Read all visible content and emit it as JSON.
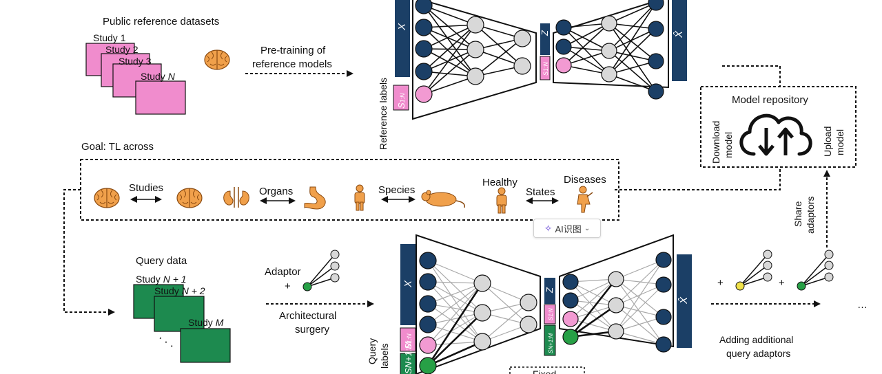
{
  "top": {
    "title": "Public reference datasets",
    "studies": [
      "Study 1",
      "Study 2",
      "Study 3",
      "Study "
    ],
    "study_n_var": "N",
    "pretraining": [
      "Pre-training of",
      "reference models"
    ],
    "reference_labels": "Reference labels"
  },
  "model_vars": {
    "x": "X",
    "z": "Z",
    "xhat": "X̂",
    "s_ref": "S",
    "s_ref_sub": "1:N",
    "s_query": "S",
    "s_query_sub": "N+1:M"
  },
  "repository": {
    "title": "Model repository",
    "download": [
      "Download",
      "model"
    ],
    "upload": [
      "Upload",
      "model"
    ],
    "share": [
      "Share",
      "adaptors"
    ]
  },
  "goal": {
    "title": "Goal: TL across",
    "items": [
      {
        "label": "Studies"
      },
      {
        "label": "Organs"
      },
      {
        "label": "Species"
      },
      {
        "label": "States"
      }
    ],
    "healthy": "Healthy",
    "diseases": "Diseases"
  },
  "bottom": {
    "query_data": "Query data",
    "studies": [
      "Study ",
      "Study ",
      "Study "
    ],
    "study_suffix": [
      "N + 1",
      "N + 2",
      "M"
    ],
    "adaptor": "Adaptor",
    "plus": "+",
    "surgery": [
      "Architectural",
      "surgery"
    ],
    "query_labels": [
      "Query",
      "labels"
    ],
    "adding": [
      "Adding additional",
      "query adaptors"
    ],
    "fixed": "Fixed",
    "ellipsis": ". . ."
  },
  "ai_badge": {
    "label": "AI识图",
    "icon": "sparkle-icon"
  },
  "colors": {
    "navy": "#1b3f66",
    "pink": "#f08ccd",
    "pink_node": "#f29ad2",
    "green": "#1d8a4f",
    "yellow_node": "#f0e24a",
    "green_node": "#27a046",
    "gray_node": "#d8d8d8",
    "brain": "#f0a04b"
  }
}
